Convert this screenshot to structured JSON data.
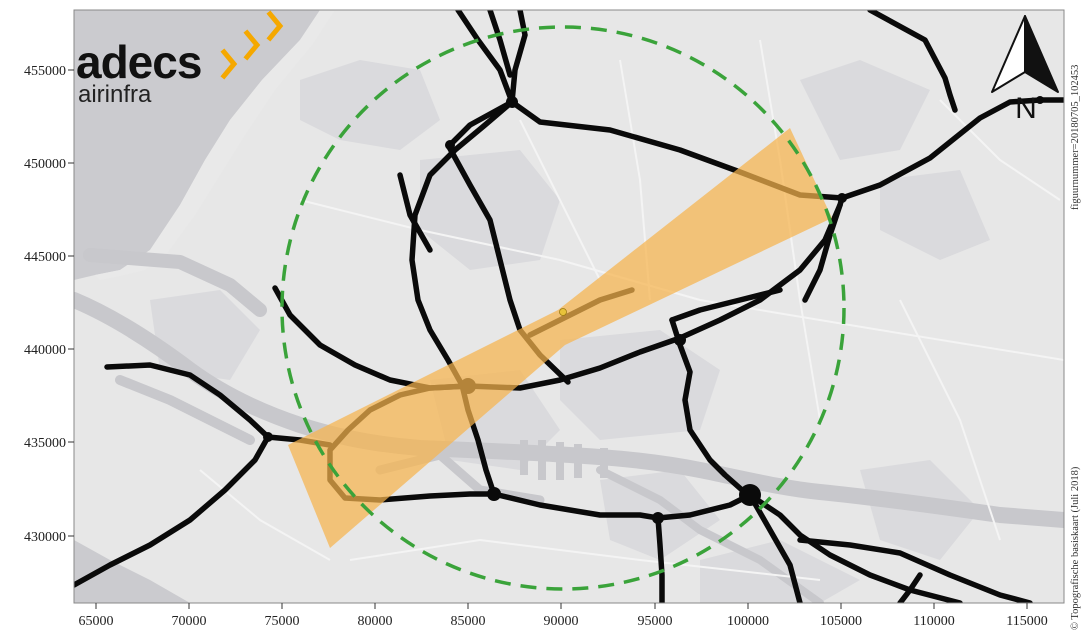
{
  "logo": {
    "primary": "adecs",
    "secondary": "airinfra",
    "accent_color": "#f5a800"
  },
  "compass": {
    "label": "N"
  },
  "side_notes": {
    "figure_number": "figuurnummer=20180705_102453",
    "copyright": "© Topografische basiskaart (Juli 2018)"
  },
  "axes": {
    "x_ticks": [
      "65000",
      "70000",
      "75000",
      "80000",
      "85000",
      "90000",
      "95000",
      "100000",
      "105000",
      "110000",
      "115000"
    ],
    "y_ticks": [
      "455000",
      "450000",
      "445000",
      "440000",
      "435000",
      "430000"
    ]
  },
  "colors": {
    "map_background": "#e7e7e7",
    "water": "#c9c9cd",
    "sea": "#cbcbcf",
    "urban": "#d9d9dc",
    "roads": "#0a0a0a",
    "buffer_circle": "#3aa33a",
    "flight_cone": "#f7b44e"
  }
}
